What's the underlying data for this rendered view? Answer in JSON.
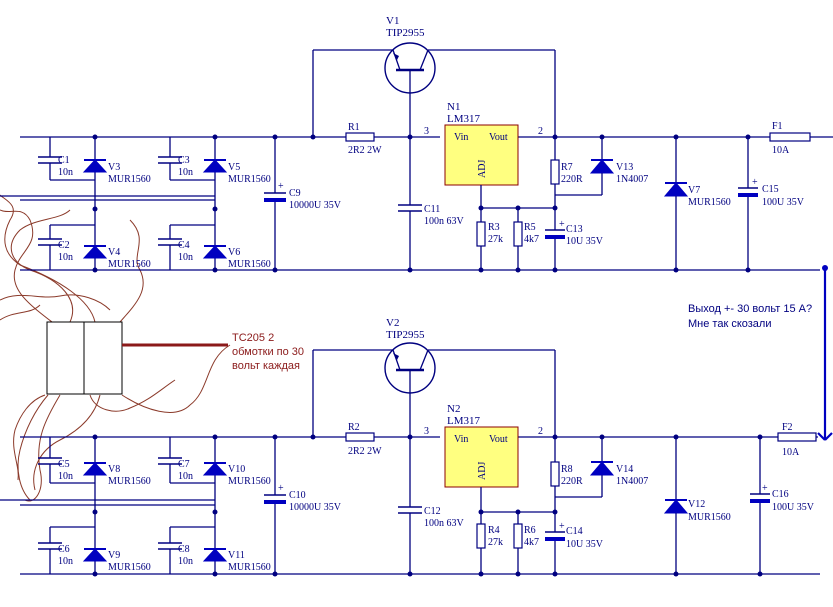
{
  "transformer": {
    "label_line1": "TC205 2",
    "label_line2": "обмотки по 30",
    "label_line3": "вольт каждая"
  },
  "output_note": {
    "line1": "Выход +- 30 вольт 15 А?",
    "line2": "Мне так скозали"
  },
  "top": {
    "transistor": {
      "ref": "V1",
      "part": "TIP2955"
    },
    "regulator": {
      "ref": "N1",
      "part": "LM317",
      "vin": "Vin",
      "vout": "Vout",
      "adj": "ADJ",
      "pin3": "3",
      "pin2": "2"
    },
    "caps": {
      "c1": {
        "ref": "C1",
        "val": "10n"
      },
      "c3": {
        "ref": "C3",
        "val": "10n"
      },
      "c2": {
        "ref": "C2",
        "val": "10n"
      },
      "c4": {
        "ref": "C4",
        "val": "10n"
      },
      "c9": {
        "ref": "C9",
        "val": "10000U 35V"
      },
      "c11": {
        "ref": "C11",
        "val": "100n 63V"
      },
      "c13": {
        "ref": "C13",
        "val": "10U 35V"
      },
      "c15": {
        "ref": "C15",
        "val": "100U 35V"
      }
    },
    "diodes": {
      "v3": {
        "ref": "V3",
        "part": "MUR1560"
      },
      "v5": {
        "ref": "V5",
        "part": "MUR1560"
      },
      "v4": {
        "ref": "V4",
        "part": "MUR1560"
      },
      "v6": {
        "ref": "V6",
        "part": "MUR1560"
      },
      "v13": {
        "ref": "V13",
        "part": "1N4007"
      },
      "v7": {
        "ref": "V7",
        "part": "MUR1560"
      }
    },
    "resistors": {
      "r1": {
        "ref": "R1",
        "val": "2R2 2W"
      },
      "r7": {
        "ref": "R7",
        "val": "220R"
      },
      "r3": {
        "ref": "R3",
        "val": "27k"
      },
      "r5": {
        "ref": "R5",
        "val": "4k7"
      }
    },
    "fuse": {
      "ref": "F1",
      "val": "10A"
    }
  },
  "bottom": {
    "transistor": {
      "ref": "V2",
      "part": "TIP2955"
    },
    "regulator": {
      "ref": "N2",
      "part": "LM317",
      "vin": "Vin",
      "vout": "Vout",
      "adj": "ADJ",
      "pin3": "3",
      "pin2": "2"
    },
    "caps": {
      "c5": {
        "ref": "C5",
        "val": "10n"
      },
      "c7": {
        "ref": "C7",
        "val": "10n"
      },
      "c6": {
        "ref": "C6",
        "val": "10n"
      },
      "c8": {
        "ref": "C8",
        "val": "10n"
      },
      "c10": {
        "ref": "C10",
        "val": "10000U 35V"
      },
      "c12": {
        "ref": "C12",
        "val": "100n 63V"
      },
      "c14": {
        "ref": "C14",
        "val": "10U 35V"
      },
      "c16": {
        "ref": "C16",
        "val": "100U 35V"
      }
    },
    "diodes": {
      "v8": {
        "ref": "V8",
        "part": "MUR1560"
      },
      "v10": {
        "ref": "V10",
        "part": "MUR1560"
      },
      "v9": {
        "ref": "V9",
        "part": "MUR1560"
      },
      "v11": {
        "ref": "V11",
        "part": "MUR1560"
      },
      "v14": {
        "ref": "V14",
        "part": "1N4007"
      },
      "v12": {
        "ref": "V12",
        "part": "MUR1560"
      }
    },
    "resistors": {
      "r2": {
        "ref": "R2",
        "val": "2R2 2W"
      },
      "r8": {
        "ref": "R8",
        "val": "220R"
      },
      "r4": {
        "ref": "R4",
        "val": "27k"
      },
      "r6": {
        "ref": "R6",
        "val": "4k7"
      }
    },
    "fuse": {
      "ref": "F2",
      "val": "10A"
    }
  }
}
